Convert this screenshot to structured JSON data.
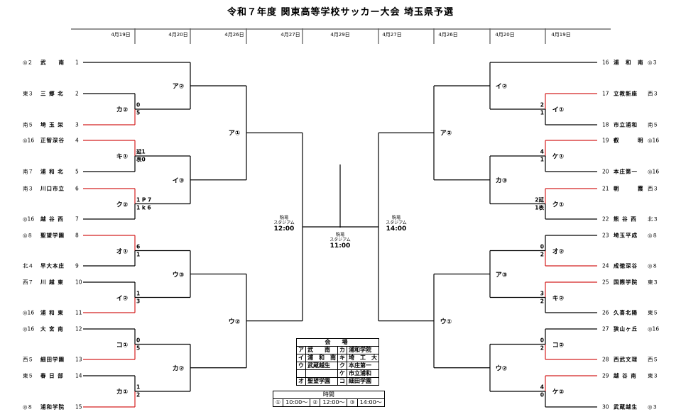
{
  "title": "令和７年度 関東高等学校サッカー大会 埼玉県予選",
  "date_headers": {
    "left": [
      "4月19日",
      "4月20日",
      "4月26日",
      "4月27日"
    ],
    "center": "4月29日",
    "right": [
      "4月27日",
      "4月26日",
      "4月20日",
      "4月19日"
    ]
  },
  "left_teams": [
    {
      "no": "1",
      "seed": "◎２",
      "name": "武　　南"
    },
    {
      "no": "2",
      "seed": "東３",
      "name": "三 郷 北"
    },
    {
      "no": "3",
      "seed": "南５",
      "name": "埼 玉 栄"
    },
    {
      "no": "4",
      "seed": "◎16",
      "name": "正智深谷"
    },
    {
      "no": "5",
      "seed": "南７",
      "name": "浦 和 北"
    },
    {
      "no": "6",
      "seed": "南３",
      "name": "川口市立"
    },
    {
      "no": "7",
      "seed": "◎16",
      "name": "越 谷 西"
    },
    {
      "no": "8",
      "seed": "◎８",
      "name": "聖望学園"
    },
    {
      "no": "9",
      "seed": "北４",
      "name": "早大本庄"
    },
    {
      "no": "10",
      "seed": "西７",
      "name": "川 越 東"
    },
    {
      "no": "11",
      "seed": "◎16",
      "name": "浦 和 東"
    },
    {
      "no": "12",
      "seed": "◎16",
      "name": "大 宮 南"
    },
    {
      "no": "13",
      "seed": "西５",
      "name": "細田学園"
    },
    {
      "no": "14",
      "seed": "東５",
      "name": "春 日 部"
    },
    {
      "no": "15",
      "seed": "◎８",
      "name": "浦和学院"
    }
  ],
  "right_teams": [
    {
      "no": "16",
      "seed": "◎３",
      "name": "浦　和　南"
    },
    {
      "no": "17",
      "seed": "西３",
      "name": "立教新座"
    },
    {
      "no": "18",
      "seed": "南５",
      "name": "市立浦和"
    },
    {
      "no": "19",
      "seed": "◎16",
      "name": "叡　　　明"
    },
    {
      "no": "20",
      "seed": "◎16",
      "name": "本庄第一"
    },
    {
      "no": "21",
      "seed": "西３",
      "name": "朝　　　霞"
    },
    {
      "no": "22",
      "seed": "北３",
      "name": "熊 谷 西"
    },
    {
      "no": "23",
      "seed": "◎８",
      "name": "埼玉平成"
    },
    {
      "no": "24",
      "seed": "◎８",
      "name": "成徳深谷"
    },
    {
      "no": "25",
      "seed": "東３",
      "name": "国際学院"
    },
    {
      "no": "26",
      "seed": "東５",
      "name": "久喜北陽"
    },
    {
      "no": "27",
      "seed": "◎16",
      "name": "狭山ヶ丘"
    },
    {
      "no": "28",
      "seed": "西５",
      "name": "西武文理"
    },
    {
      "no": "29",
      "seed": "東３",
      "name": "越 谷 南"
    },
    {
      "no": "30",
      "seed": "◎３",
      "name": "武蔵越生"
    }
  ],
  "left_round1": [
    {
      "label": "カ②",
      "scores": [
        "0",
        "5"
      ]
    },
    {
      "label": "キ①",
      "scores": [
        "延1",
        "表0"
      ]
    },
    {
      "label": "ク②",
      "scores": [
        "1 P 7",
        "1 k 6"
      ]
    },
    {
      "label": "オ①",
      "scores": [
        "6",
        "1"
      ]
    },
    {
      "label": "イ②",
      "scores": [
        "1",
        "3"
      ]
    },
    {
      "label": "コ①",
      "scores": [
        "0",
        "5"
      ]
    },
    {
      "label": "カ①",
      "scores": [
        "1",
        "2"
      ]
    }
  ],
  "left_round2": [
    "ア②",
    "イ③",
    "ウ③",
    "カ②"
  ],
  "left_round3": [
    "ア①",
    "ウ②"
  ],
  "right_round1": [
    {
      "label": "イ①",
      "scores": [
        "2",
        "1"
      ]
    },
    {
      "label": "ケ①",
      "scores": [
        "4",
        "1"
      ]
    },
    {
      "label": "ク①",
      "scores": [
        "2延",
        "1表"
      ]
    },
    {
      "label": "オ②",
      "scores": [
        "0",
        "2"
      ]
    },
    {
      "label": "キ②",
      "scores": [
        "3",
        "2"
      ]
    },
    {
      "label": "コ②",
      "scores": [
        "0",
        "2"
      ]
    },
    {
      "label": "ケ②",
      "scores": [
        "4",
        "0"
      ]
    }
  ],
  "right_round2": [
    "イ②",
    "カ③",
    "ア③",
    "ウ②"
  ],
  "right_round3": [
    "ア②",
    "ウ①"
  ],
  "venues": {
    "left_semi": {
      "name": "駒場\nスタジアム",
      "time": "12:00"
    },
    "final": {
      "name": "駒場\nスタジアム",
      "time": "11:00"
    },
    "right_semi": {
      "name": "駒場\nスタジアム",
      "time": "14:00"
    }
  },
  "venue_table": {
    "header": "会　場",
    "rows": [
      [
        "ア",
        "武　　南",
        "カ",
        "浦和学院"
      ],
      [
        "イ",
        "浦　和　南",
        "キ",
        "埼　工　大"
      ],
      [
        "ウ",
        "武蔵越生",
        "ク",
        "本庄第一"
      ],
      [
        "",
        "",
        "ケ",
        "市立浦和"
      ],
      [
        "オ",
        "聖望学園",
        "コ",
        "細田学園"
      ]
    ]
  },
  "time_table": {
    "header": "時間",
    "slots": [
      "①",
      "10:00～",
      "②",
      "12:00～",
      "③",
      "14:00～"
    ]
  },
  "colors": {
    "winner_line": "#d42020",
    "line": "#000000",
    "divider": "#555555"
  }
}
